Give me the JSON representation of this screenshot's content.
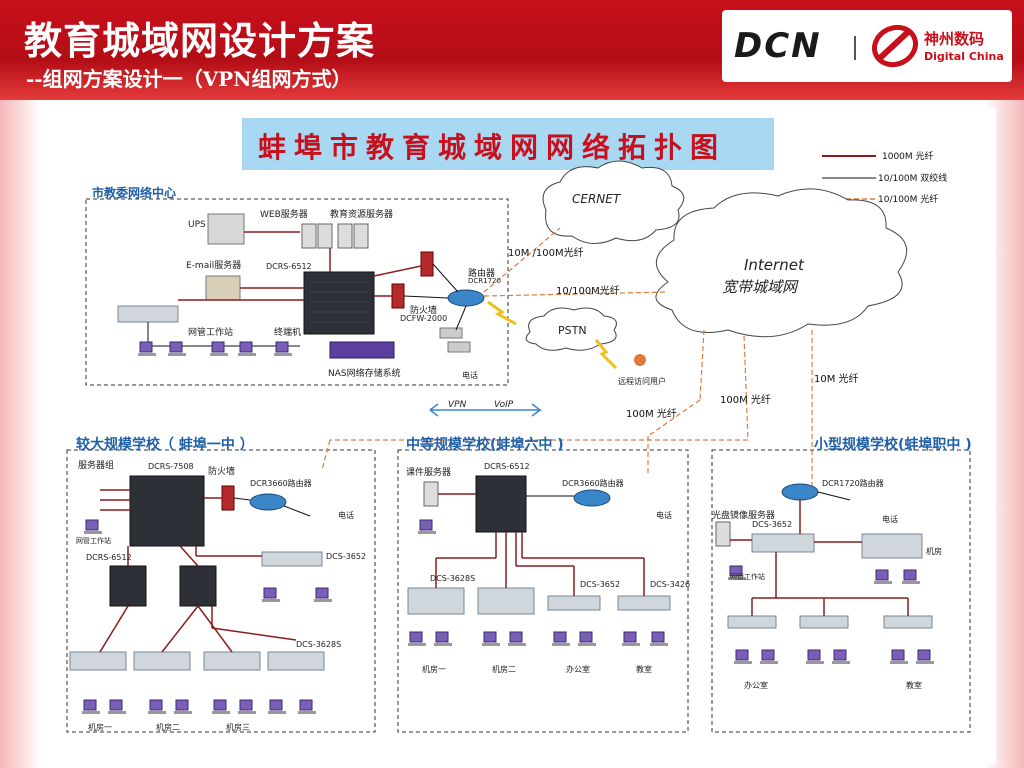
{
  "slide": {
    "title": "教育城域网设计方案",
    "subtitle": "--组网方案设计一（VPN组网方式）"
  },
  "logo": {
    "dcn": "DCN",
    "brand_cn": "神州数码",
    "brand_en": "Digital China"
  },
  "diagram": {
    "title": "蚌埠市教育城域网网络拓扑图",
    "legend": [
      {
        "label": "1000M 光纤",
        "color": "#8b1c1c",
        "style": "solid"
      },
      {
        "label": "10/100M 双绞线",
        "color": "#111111",
        "style": "solid"
      },
      {
        "label": "10/100M 光纤",
        "color": "#e07a3a",
        "style": "dashed"
      }
    ],
    "clouds": {
      "cernet": "CERNET",
      "internet_1": "Internet",
      "internet_2": "宽带城域网",
      "pstn": "PSTN"
    },
    "center": {
      "label": "市教委网络中心",
      "ups": "UPS",
      "web_server": "WEB服务器",
      "edu_server": "教育资源服务器",
      "email_server": "E-mail服务器",
      "core_switch": "DCRS-6512",
      "firewall_1": "防火墙",
      "firewall_2": "DCFW-2000",
      "router_1": "路由器",
      "router_2": "DCR1720",
      "workstation": "网管工作站",
      "printer": "终端机",
      "nas": "NAS网络存储系统",
      "phone": "电话",
      "remote_user": "远程访问用户"
    },
    "links": {
      "cernet_link": "10M /100M光纤",
      "internet_link": "10/100M光纤",
      "vpn": "VPN",
      "voip": "VoIP",
      "fiber_100m_a": "100M 光纤",
      "fiber_100m_b": "100M 光纤",
      "fiber_10m": "10M 光纤"
    },
    "school_large": {
      "label": "较大规模学校（ 蚌埠一中 ）",
      "server_group": "服务器组",
      "core": "DCRS-7508",
      "firewall": "防火墙",
      "router": "DCR3660路由器",
      "phone": "电话",
      "agg": "DCRS-6512",
      "dcs1": "DCS-3652",
      "dcs2": "DCS-3628S",
      "workstation": "网管工作站",
      "room1": "机房一",
      "room2": "机房二",
      "room3": "机房三"
    },
    "school_mid": {
      "label": "中等规模学校(蚌埠六中 )",
      "server": "课件服务器",
      "core": "DCRS-6512",
      "router": "DCR3660路由器",
      "phone": "电话",
      "dcs1": "DCS-3628S",
      "dcs2": "DCS-3652",
      "dcs3": "DCS-3426",
      "room1": "机房一",
      "room2": "机房二",
      "office": "办公室",
      "classroom": "教室"
    },
    "school_small": {
      "label": "小型规模学校(蚌埠职中 )",
      "router": "DCR1720路由器",
      "server": "光盘镜像服务器",
      "core": "DCS-3652",
      "phone": "电话",
      "workstation": "网管工作站",
      "room": "机房",
      "office": "办公室",
      "classroom": "教室"
    }
  }
}
